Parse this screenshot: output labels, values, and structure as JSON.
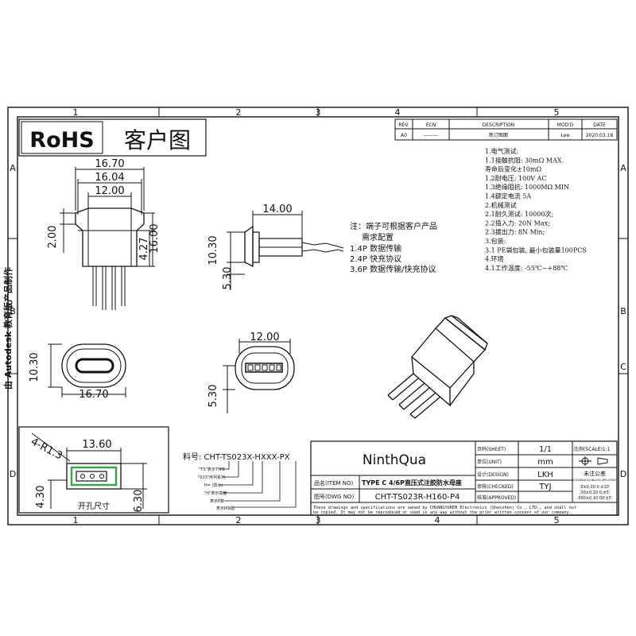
{
  "rohs": {
    "label": "RoHS",
    "title": "客户图"
  },
  "grid": {
    "cols": [
      "1",
      "2",
      "3",
      "4",
      "5"
    ],
    "cols_bottom": [
      "1",
      "2",
      "3",
      "4",
      "5"
    ],
    "rows": [
      "A",
      "B",
      "C",
      "D"
    ]
  },
  "side_text": "由 Autodesk 教育版产品制作",
  "revision": {
    "headers": [
      "REV.",
      "ECN",
      "DESCRIPTION",
      "MOD'D",
      "DATE"
    ],
    "row": [
      "A0",
      "———",
      "新订图面",
      "Lee",
      "2020.03.18"
    ]
  },
  "dims": {
    "top_w1": "16.70",
    "top_w2": "16.04",
    "top_w3": "12.00",
    "left_h": "2.00",
    "right_h1": "4.27",
    "right_h2": "16.00",
    "side_w": "14.00",
    "side_h1": "10.30",
    "side_h2": "5.30",
    "front_h": "10.30",
    "front_w": "16.70",
    "rear_w": "12.00",
    "rear_h": "5.30",
    "cut_r": "4-R1.3",
    "cut_w": "13.60",
    "cut_h1": "4.30",
    "cut_h2": "6.30"
  },
  "cutout_label": "开孔尺寸",
  "note": {
    "title": "注：端子可根据客户产品",
    "title2": "需求配置",
    "items": [
      "1.4P 数据传输",
      "2.4P 快充协议",
      "3.6P 数据传输/快充协议"
    ]
  },
  "specs": [
    "1.电气测试:",
    "1.1接触抗阻: 30mΩ MAX.",
    "  寿命后变化±10mΩ",
    "1.2耐电压: 100V AC",
    "1.3绝缘阻抗: 1000MΩ MIN",
    "1.4额定电流 5A",
    "2.机械测试",
    "2.1耐久测试: 10000次;",
    "2.2插入力: 20N Max;",
    "2.3拔出力: 8N Min;",
    "3.包装:",
    "3.1 PE袋包装, 最小包装量100PCS",
    "4.环境",
    "4.1工作温度: -55℃~+88℃"
  ],
  "part_number": {
    "label": "料号: CHT-TS023X-HXXX-PX",
    "legend": [
      "\"TS\"表示TYPE",
      "\"023\"序列系列",
      "H= (防水)",
      "\"H\"表示高度",
      "表示P数",
      "表示PIN数"
    ]
  },
  "title_block": {
    "company": "NinthQua",
    "item_label": "品名(ITEM NO)",
    "item_value": "TYPE C 4/6P直压式注胶防水母座",
    "dwg_label": "图号(DWG NO)",
    "dwg_value": "CHT-TS023R-H160-P4",
    "sheet_label": "页码(SHEET)",
    "sheet_value": "1/1",
    "unit_label": "单位(UNIT)",
    "unit_value": "mm",
    "design_label": "设计(DESIGN)",
    "design_value": "LKH",
    "checked_label": "审核(CHECKED)",
    "checked_value": "TYJ",
    "approved_label": "核准(APPROVED)",
    "scale_label": "比例(SCALE)1:1",
    "tol_label": "未注公差",
    "tol_sub": "TOLERANCE(UNLESS SPECIFIED)",
    "tol_lines": [
      ".0±0.30  0.±10'",
      ".00±0.20  0.±5'",
      ".000±0.10 00'±5'"
    ]
  },
  "disclaimer": "These drawings and specifications are owned by CHUANGYUREN Electronics (Shenzhen) Co., LTD., and shall not be copied. It may not be reproduced or used in any way without the prior written consent of our company."
}
